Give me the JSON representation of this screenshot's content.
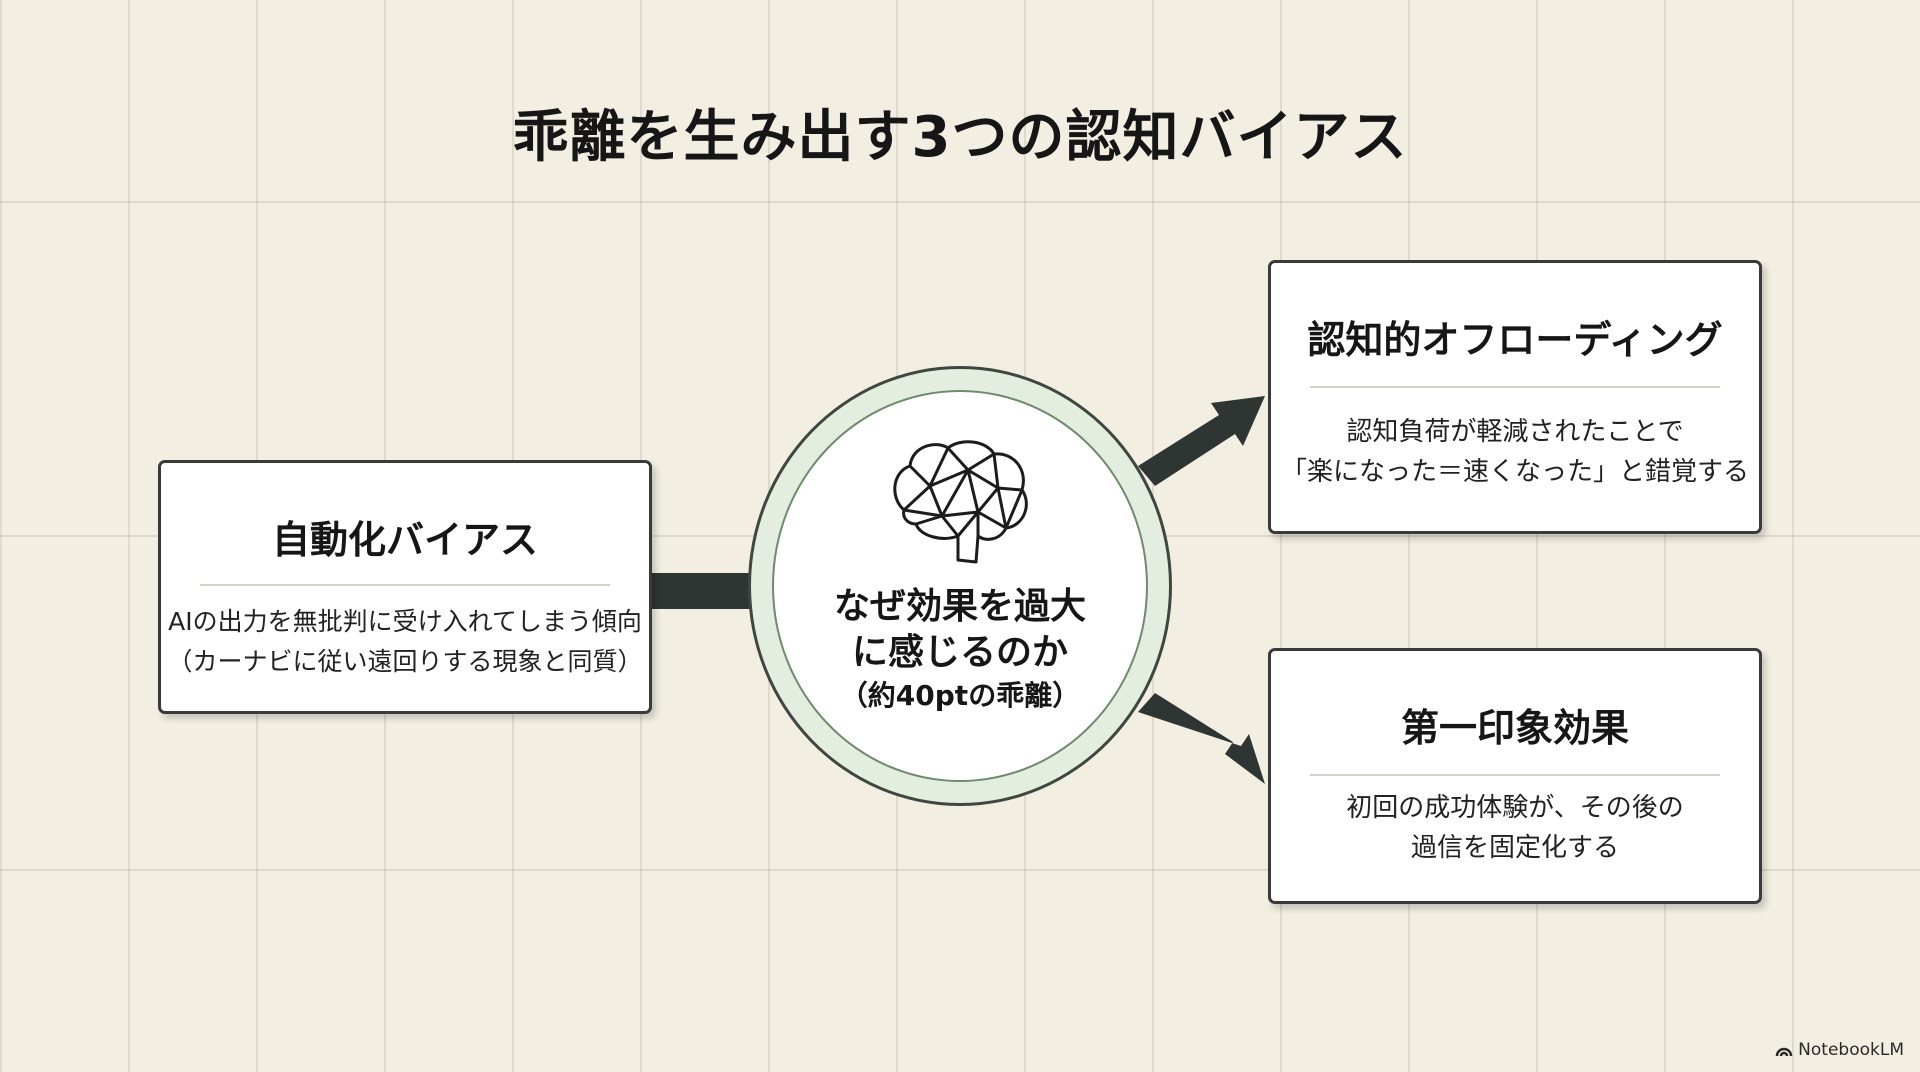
{
  "title": "乖離を生み出す3つの認知バイアス",
  "center": {
    "line1": "なぜ効果を過大",
    "line2": "に感じるのか",
    "line3": "（約40ptの乖離）"
  },
  "left": {
    "title": "自動化バイアス",
    "desc1": "AIの出力を無批判に受け入れてしまう傾向",
    "desc2": "（カーナビに従い遠回りする現象と同質）"
  },
  "top_right": {
    "title": "認知的オフローディング",
    "desc1": "認知負荷が軽減されたことで",
    "desc2": "「楽になった＝速くなった」と錯覚する"
  },
  "bottom_right": {
    "title": "第一印象効果",
    "desc1": "初回の成功体験が、その後の",
    "desc2": "過信を固定化する"
  },
  "brand": "NotebookLM",
  "icons": [
    "brain-network-icon",
    "notebooklm-logo-icon"
  ],
  "colors": {
    "background": "#f2efe2",
    "connector": "#2f3532",
    "hub_ring": "#e4eee0",
    "border": "#3a3a3a"
  }
}
